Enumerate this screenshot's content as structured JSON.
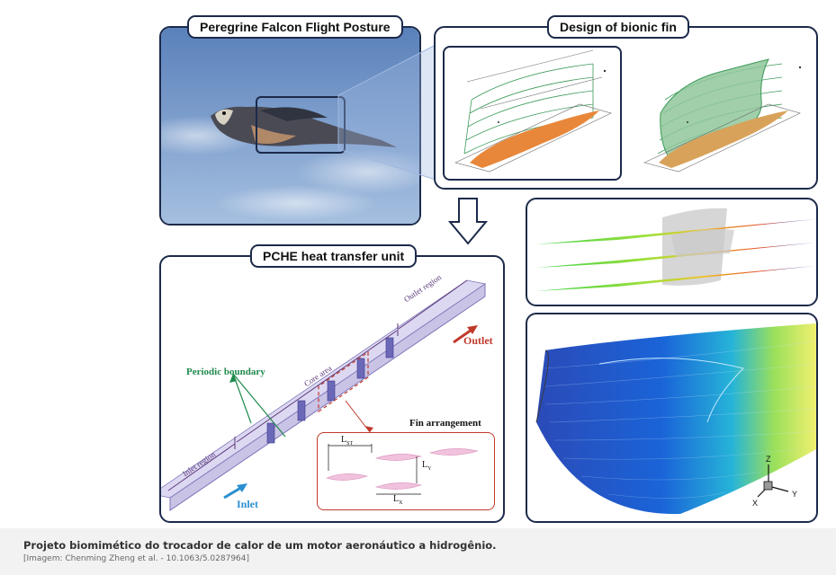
{
  "panels": {
    "falcon_title": "Peregrine Falcon Flight Posture",
    "fin_title": "Design of bionic fin",
    "pche_title": "PCHE heat transfer unit"
  },
  "pche_labels": {
    "outlet_region": "Outlet region",
    "outlet": "Outlet",
    "core_area": "Core area",
    "periodic_boundary": "Periodic boundary",
    "fin_arrangement": "Fin arrangement",
    "inlet_region": "Inlet region",
    "inlet": "Inlet",
    "l_st": "L",
    "l_st_sub": "ST",
    "l_y": "L",
    "l_y_sub": "Y",
    "l_x": "L",
    "l_x_sub": "X"
  },
  "axes_labels": {
    "z": "Z",
    "y": "Y",
    "x": "X"
  },
  "caption": {
    "main": "Projeto biomimético do trocador de calor de um motor aeronáutico a hidrogênio.",
    "credit": "[Imagem: Chenming Zheng et al. - 10.1063/5.0287964]"
  },
  "colors": {
    "frame": "#1c2a4a",
    "sky_top": "#5f85bc",
    "sky_bottom": "#9db8dc",
    "fin_orange": "#e8873a",
    "fin_green": "#8fc79a",
    "channel_purple": "#b9b3dc",
    "label_red": "#c0392b",
    "label_green": "#1e8a4c",
    "label_blue": "#2a8fd0",
    "label_purple": "#5b3a7a"
  }
}
